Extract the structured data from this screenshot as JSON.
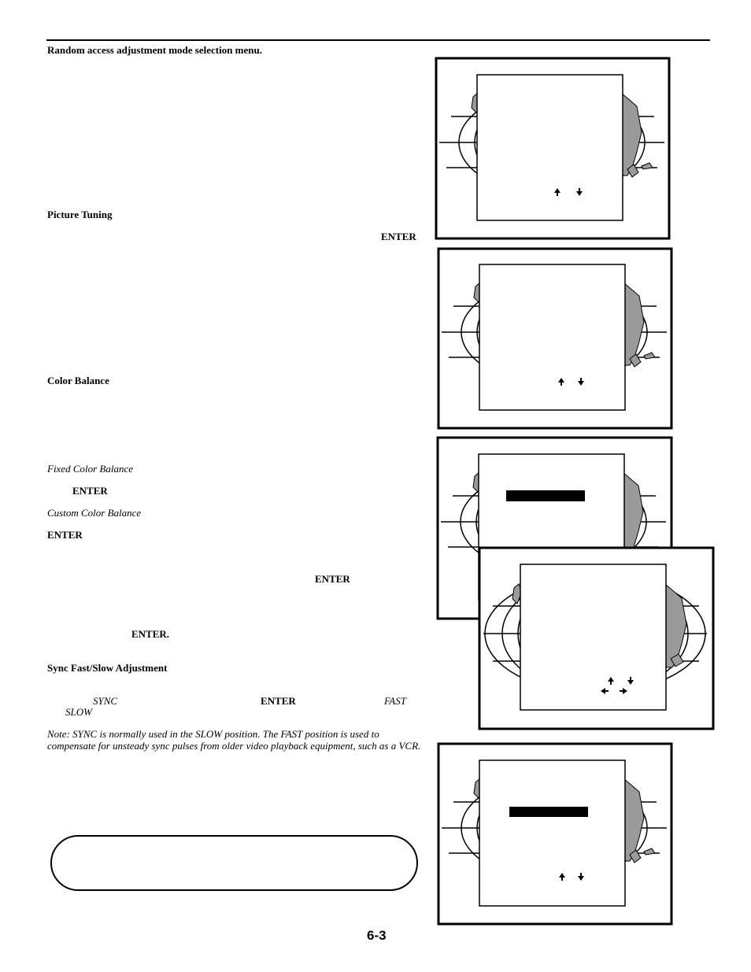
{
  "header": {
    "section_title": "Random access adjustment mode selection menu."
  },
  "body": {
    "picture_tuning_heading": "Picture Tuning",
    "enter_1": "ENTER",
    "color_balance_heading": "Color Balance",
    "fixed_color_balance": "Fixed Color Balance",
    "enter_2": "ENTER",
    "custom_color_balance": "Custom Color Balance",
    "enter_3": "ENTER",
    "enter_4": "ENTER",
    "enter_5": "ENTER.",
    "sync_heading": "Sync Fast/Slow Adjustment",
    "sync_word": "SYNC",
    "enter_6": "ENTER",
    "fast_word": "FAST",
    "slow_word": "SLOW",
    "note": "Note: SYNC is normally used in the SLOW position. The FAST position is used to compensate for unsteady sync pulses from older video playback equipment, such as a VCR."
  },
  "footer": {
    "page_number": "6-3"
  },
  "colors": {
    "ink": "#000000",
    "land": "#9a9a9a",
    "paper": "#ffffff"
  },
  "icons": [
    "up-arrow-icon",
    "down-arrow-icon",
    "left-arrow-icon",
    "right-arrow-icon",
    "globe-icon"
  ]
}
